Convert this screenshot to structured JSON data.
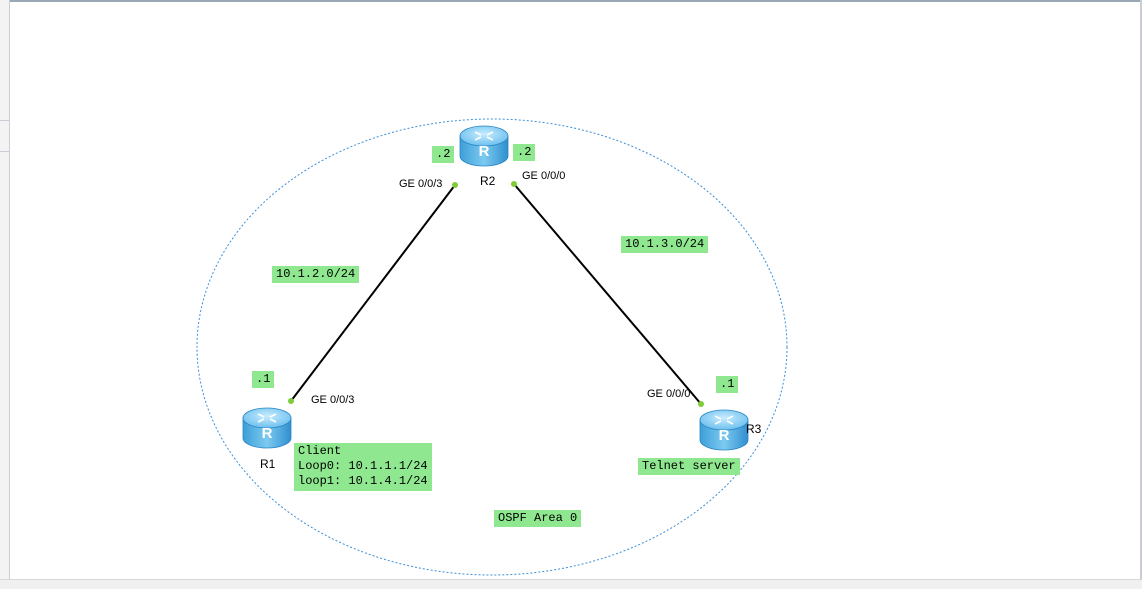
{
  "diagram": {
    "area_label": "OSPF Area 0",
    "routers": [
      {
        "id": "r1",
        "name": "R1",
        "icon": "router-icon"
      },
      {
        "id": "r2",
        "name": "R2",
        "icon": "router-icon"
      },
      {
        "id": "r3",
        "name": "R3",
        "icon": "router-icon"
      }
    ],
    "links": [
      {
        "from": "R1",
        "to": "R2",
        "network": "10.1.2.0/24",
        "from_if": "GE 0/0/3",
        "to_if": "GE 0/0/3",
        "from_host": ".1",
        "to_host": ".2"
      },
      {
        "from": "R2",
        "to": "R3",
        "network": "10.1.3.0/24",
        "from_if": "GE 0/0/0",
        "to_if": "GE 0/0/0",
        "from_host": ".2",
        "to_host": ".1"
      }
    ],
    "notes": {
      "r1_role": "Client",
      "r1_loop0": "Loop0: 10.1.1.1/24",
      "r1_loop1": "loop1: 10.1.4.1/24",
      "r3_role": "Telnet server"
    },
    "colors": {
      "label_bg": "#8fe88f",
      "area_border": "#3b8fd9",
      "link": "#000000",
      "port_dot": "#7fcc3a",
      "router_body": "#5fb4e6"
    }
  }
}
